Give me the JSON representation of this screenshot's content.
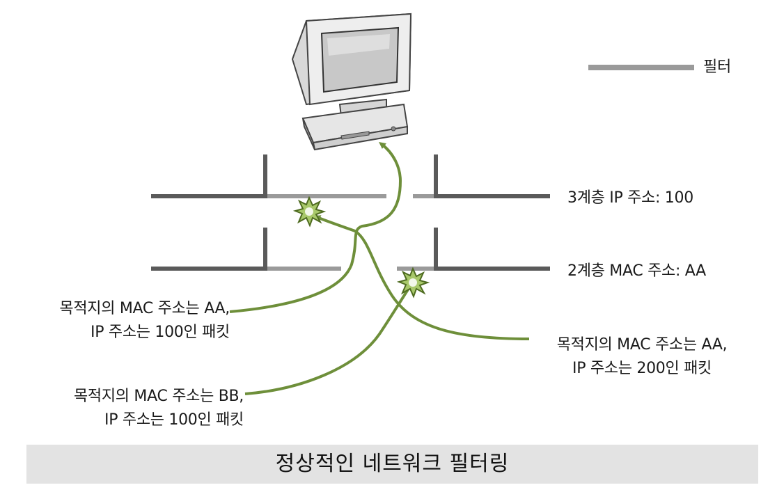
{
  "legend": {
    "filter_label": "필터"
  },
  "layers": {
    "layer3_label": "3계층 IP 주소: 100",
    "layer2_label": "2계층 MAC 주소: AA"
  },
  "packets": {
    "packet_a": {
      "line1": "목적지의 MAC 주소는 AA,",
      "line2": "IP 주소는 100인 패킷",
      "outcome": "passes both filters and reaches the computer"
    },
    "packet_b": {
      "line1": "목적지의 MAC 주소는 AA,",
      "line2": "IP 주소는 200인 패킷",
      "outcome": "blocked at layer 3 filter"
    },
    "packet_c": {
      "line1": "목적지의 MAC 주소는 BB,",
      "line2": "IP 주소는 100인 패킷",
      "outcome": "blocked at layer 2 filter"
    }
  },
  "caption": {
    "title": "정상적인 네트워크 필터링"
  },
  "colors": {
    "wall": "#5a5a5a",
    "filter": "#9a9a9a",
    "arrow": "#6e8f3a",
    "burst": "#a8c86a",
    "caption_bg": "#e3e3e3"
  },
  "icons": {
    "computer": "computer-icon",
    "blocked_marker": "burst-icon"
  }
}
